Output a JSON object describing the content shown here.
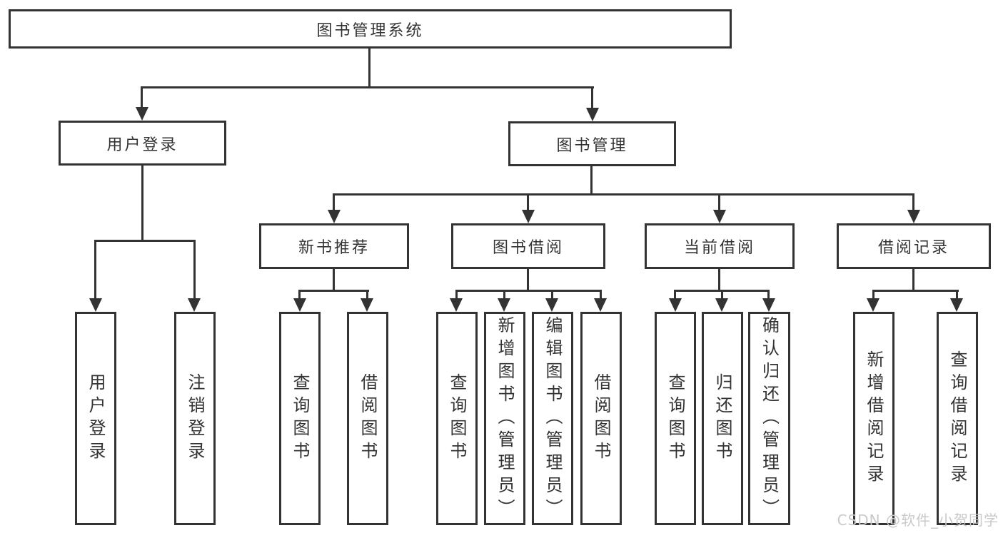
{
  "diagram_title": "图书管理系统",
  "nodes": {
    "root": {
      "label": "图书管理系统"
    },
    "user_login": {
      "label": "用户登录"
    },
    "book_mgmt": {
      "label": "图书管理"
    },
    "new_books": {
      "label": "新书推荐"
    },
    "book_borrow": {
      "label": "图书借阅"
    },
    "current_borrow": {
      "label": "当前借阅"
    },
    "borrow_records": {
      "label": "借阅记录"
    },
    "leaves": {
      "user_login_1": {
        "label": "用户登录"
      },
      "user_login_2": {
        "label": "注销登录"
      },
      "new_books_1": {
        "label": "查询图书"
      },
      "new_books_2": {
        "label": "借阅图书"
      },
      "book_borrow_1": {
        "label": "查询图书"
      },
      "book_borrow_2": {
        "label": "新增图书（管理员）"
      },
      "book_borrow_3": {
        "label": "编辑图书（管理员）"
      },
      "book_borrow_4": {
        "label": "借阅图书"
      },
      "current_borrow_1": {
        "label": "查询图书"
      },
      "current_borrow_2": {
        "label": "归还图书"
      },
      "current_borrow_3": {
        "label": "确认归还（管理员）"
      },
      "borrow_records_1": {
        "label": "新增借阅记录"
      },
      "borrow_records_2": {
        "label": "查询借阅记录"
      }
    }
  },
  "watermark": {
    "text": "CSDN @软件_小贺同学",
    "color": "#c9c9c9"
  },
  "colors": {
    "line": "#333333",
    "text": "#333333",
    "background": "#ffffff"
  }
}
